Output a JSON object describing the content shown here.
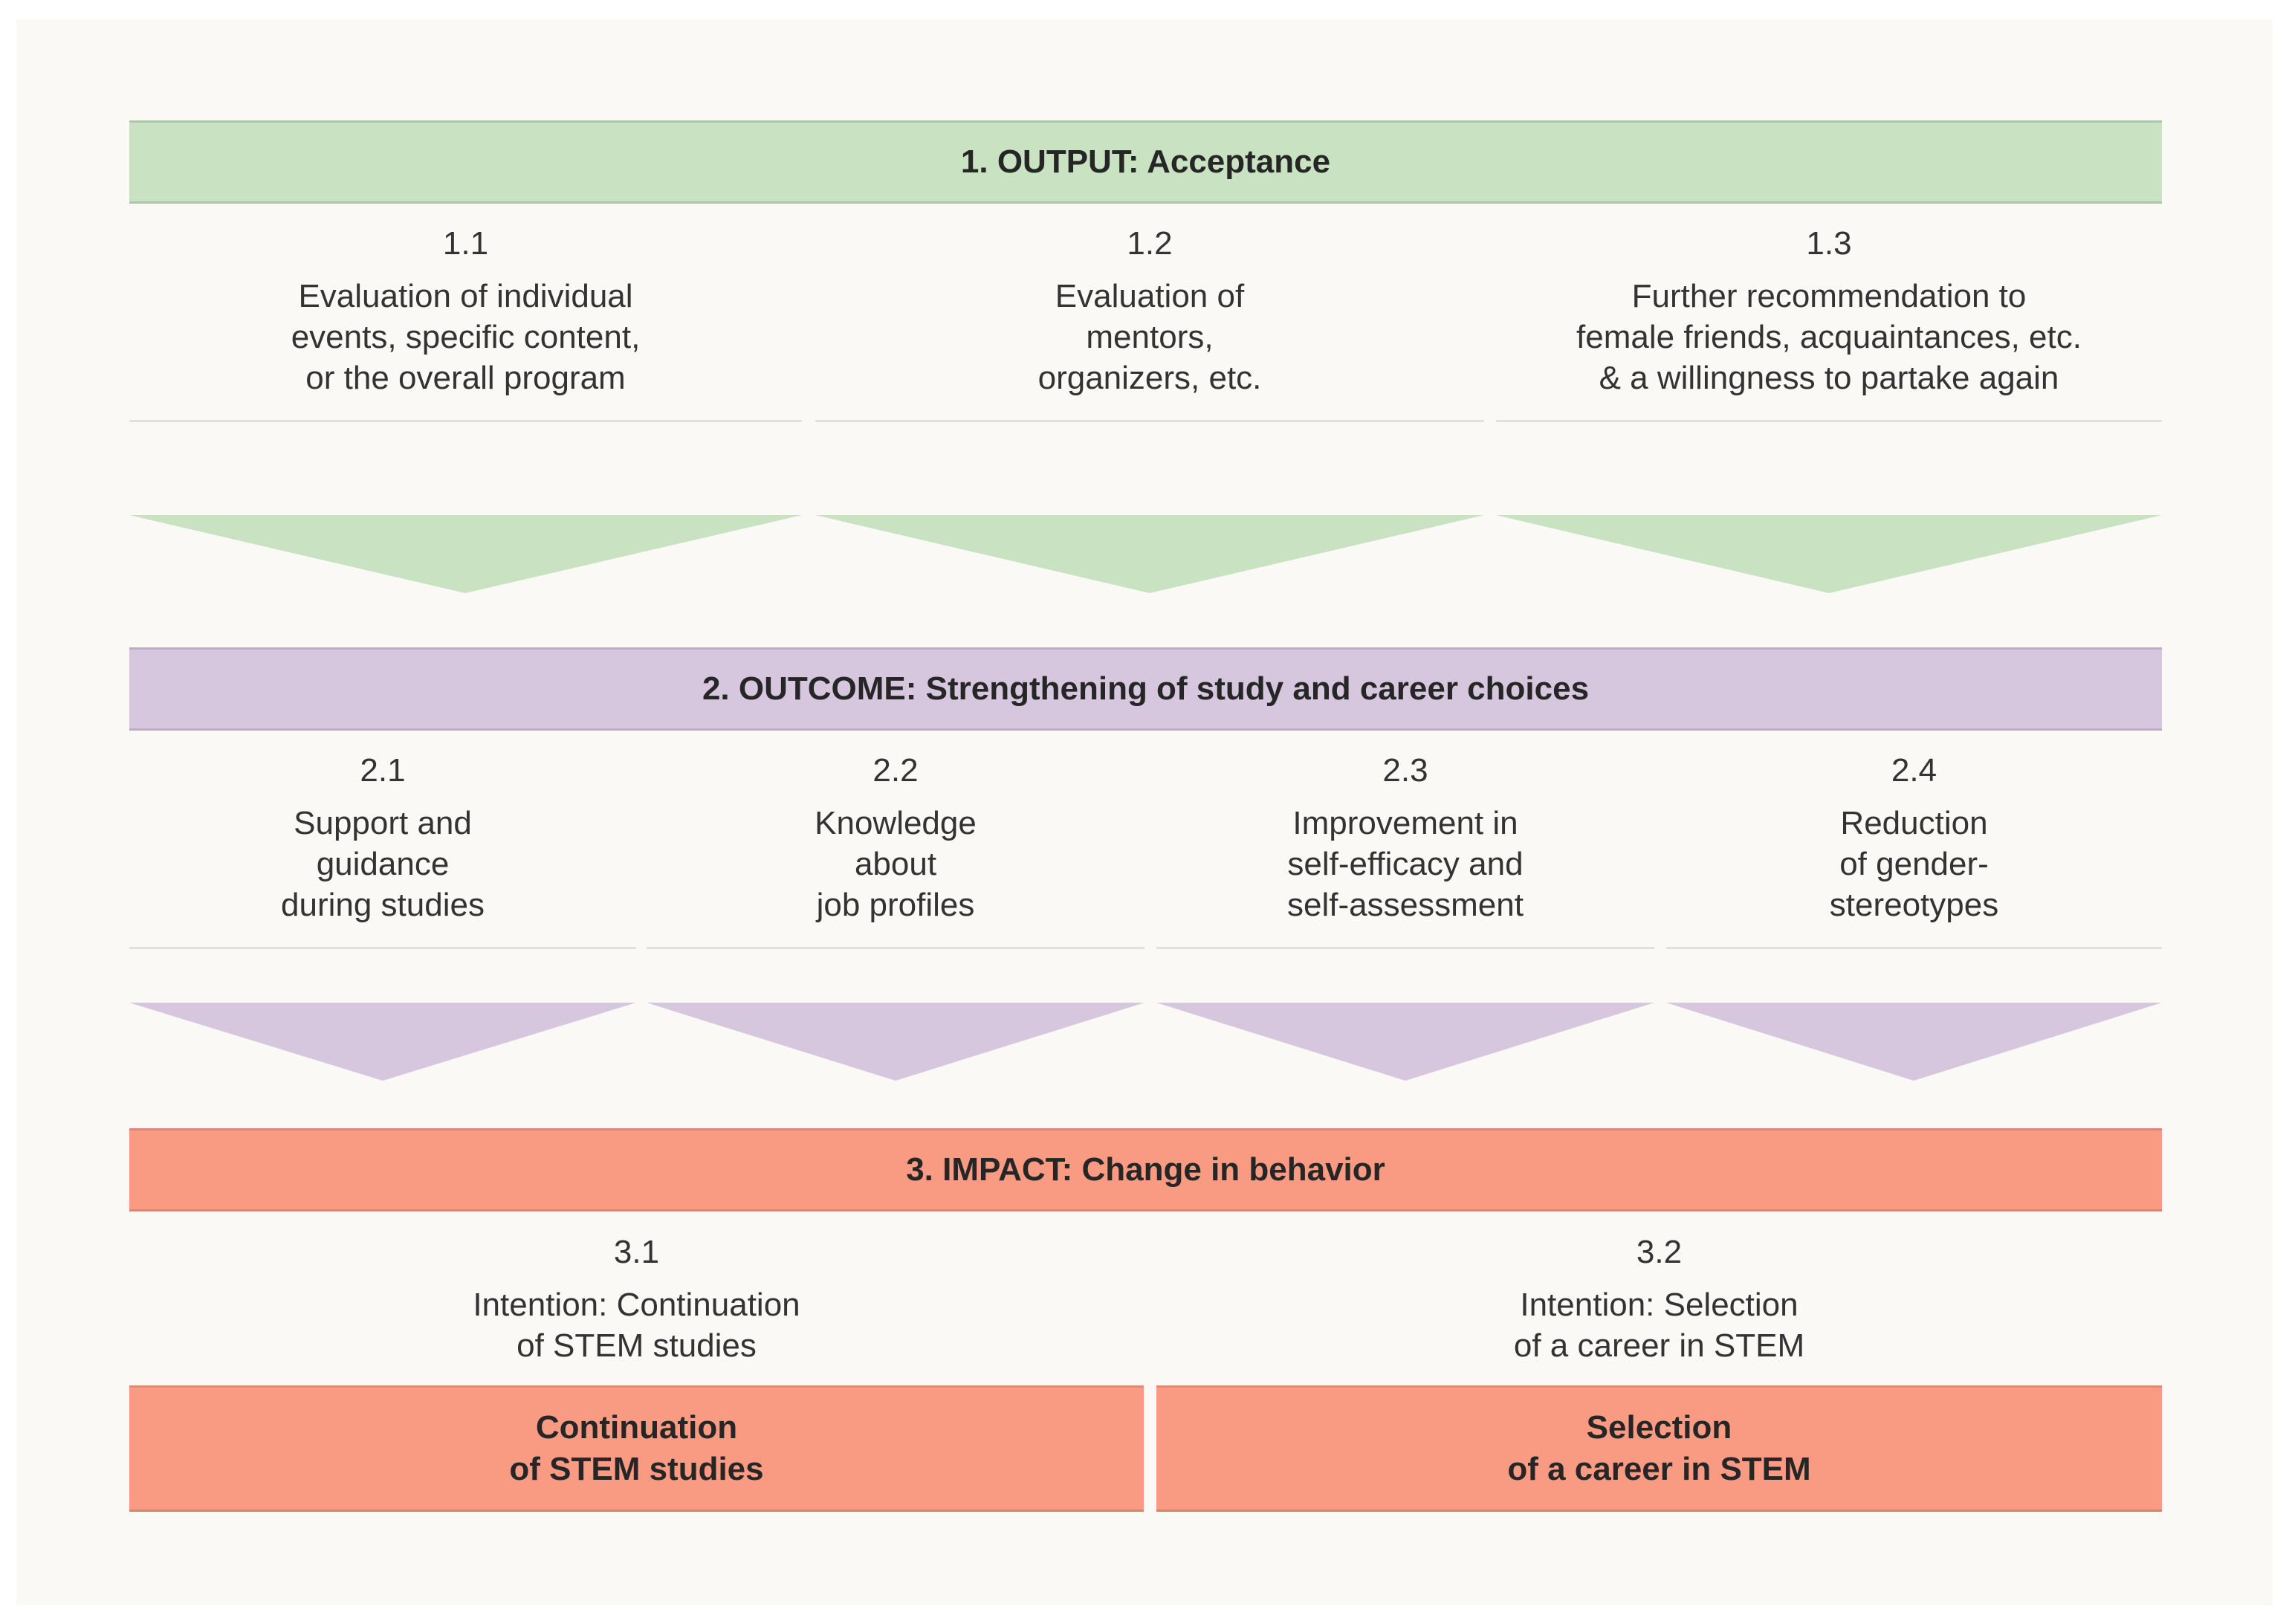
{
  "colors": {
    "output": "#c8e2c2",
    "outcome": "#d6c7df",
    "impact": "#f99b83",
    "background": "#faf9f5"
  },
  "output": {
    "title": "1. OUTPUT: Acceptance",
    "items": [
      {
        "num": "1.1",
        "text": "Evaluation of individual\nevents, specific content,\nor the overall program"
      },
      {
        "num": "1.2",
        "text": "Evaluation of\nmentors,\norganizers, etc."
      },
      {
        "num": "1.3",
        "text": "Further recommendation to\nfemale friends, acquaintances, etc.\n& a willingness to partake again"
      }
    ]
  },
  "outcome": {
    "title": "2. OUTCOME: Strengthening of study and career choices",
    "items": [
      {
        "num": "2.1",
        "text": "Support and\nguidance\nduring studies"
      },
      {
        "num": "2.2",
        "text": "Knowledge\nabout\njob profiles"
      },
      {
        "num": "2.3",
        "text": "Improvement in\nself-efficacy and\nself-assessment"
      },
      {
        "num": "2.4",
        "text": "Reduction\nof gender-\nstereotypes"
      }
    ]
  },
  "impact": {
    "title": "3. IMPACT: Change in behavior",
    "items": [
      {
        "num": "3.1",
        "text": "Intention: Continuation\nof STEM studies"
      },
      {
        "num": "3.2",
        "text": "Intention: Selection\nof a career in STEM"
      }
    ],
    "results": [
      "Continuation\nof STEM studies",
      "Selection\nof a career in STEM"
    ]
  }
}
